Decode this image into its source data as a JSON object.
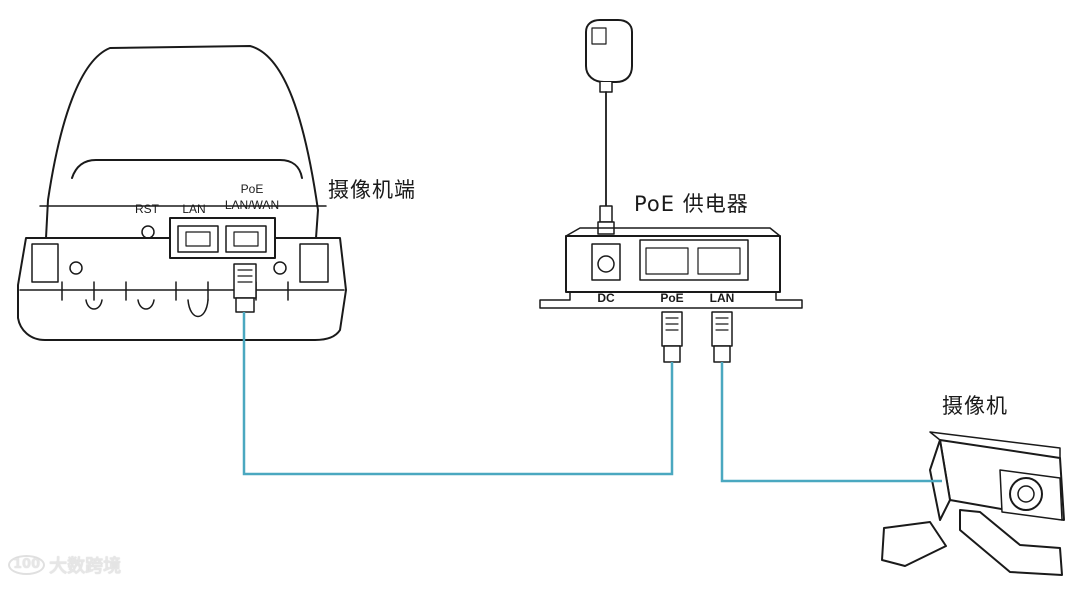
{
  "labels": {
    "camera_side": "摄像机端",
    "poe_injector": "PoE 供电器",
    "camera": "摄像机"
  },
  "cpe_ports": {
    "rst": "RST",
    "lan": "LAN",
    "poe_line1": "PoE",
    "poe_line2": "LAN/WAN"
  },
  "injector_ports": {
    "dc": "DC",
    "poe": "PoE",
    "lan": "LAN"
  },
  "watermark": {
    "mark": "100",
    "text": "大数跨境"
  },
  "colors": {
    "cable": "#4aa8c0",
    "outline": "#1a1a1a",
    "fill": "#ffffff"
  }
}
